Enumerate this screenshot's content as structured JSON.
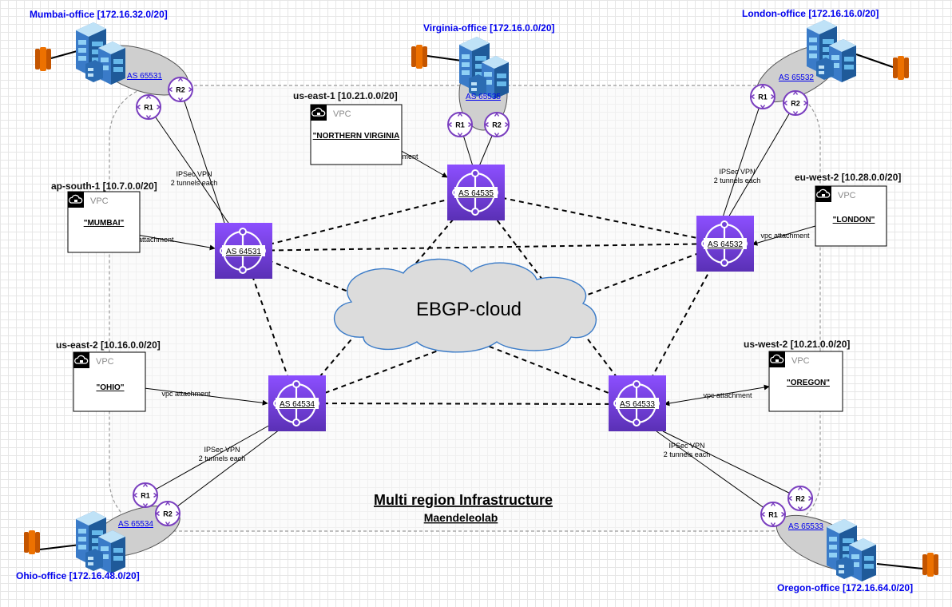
{
  "title": "Multi region Infrastructure",
  "subtitle": "Maendeleolab",
  "cloud_label": "EBGP-cloud",
  "ipsec_line1": "IPSec VPN",
  "ipsec_line2": "2 tunnels each",
  "attachment_label": "vpc attachment",
  "vpc_badge": "VPC",
  "router1_label": "R1",
  "router2_label": "R2",
  "colors": {
    "office_text": "#0000ee",
    "router": "#7a3fbf",
    "tgw_top": "#8c4fff",
    "tgw_bottom": "#5a30b5",
    "border_dash": "#999999",
    "cloud_fill": "#dcdcdc",
    "connector": "#ed7100"
  },
  "offices": [
    {
      "id": "mumbai",
      "label": "Mumbai-office [172.16.32.0/20]",
      "as_label": "AS 65531"
    },
    {
      "id": "virginia",
      "label": "Virginia-office [172.16.0.0/20]",
      "as_label": "AS 65535"
    },
    {
      "id": "london",
      "label": "London-office [172.16.16.0/20]",
      "as_label": "AS 65532"
    },
    {
      "id": "ohio",
      "label": "Ohio-office [172.16.48.0/20]",
      "as_label": "AS 65534"
    },
    {
      "id": "oregon",
      "label": "Oregon-office [172.16.64.0/20]",
      "as_label": "AS 65533"
    }
  ],
  "regions": [
    {
      "id": "mumbai",
      "label": "ap-south-1 [10.7.0.0/20]",
      "vpc_name": "\"MUMBAI\""
    },
    {
      "id": "virginia",
      "label": "us-east-1 [10.21.0.0/20]",
      "vpc_name": "\"NORTHERN VIRGINIA"
    },
    {
      "id": "london",
      "label": "eu-west-2 [10.28.0.0/20]",
      "vpc_name": "\"LONDON\""
    },
    {
      "id": "ohio",
      "label": "us-east-2 [10.16.0.0/20]",
      "vpc_name": "\"OHIO\""
    },
    {
      "id": "oregon",
      "label": "us-west-2 [10.21.0.0/20]",
      "vpc_name": "\"OREGON\""
    }
  ],
  "gateways": [
    {
      "id": "mumbai",
      "as_label": "AS 64531"
    },
    {
      "id": "virginia",
      "as_label": "AS 64535"
    },
    {
      "id": "london",
      "as_label": "AS 64532"
    },
    {
      "id": "ohio",
      "as_label": "AS 64534"
    },
    {
      "id": "oregon",
      "as_label": "AS 64533"
    }
  ]
}
